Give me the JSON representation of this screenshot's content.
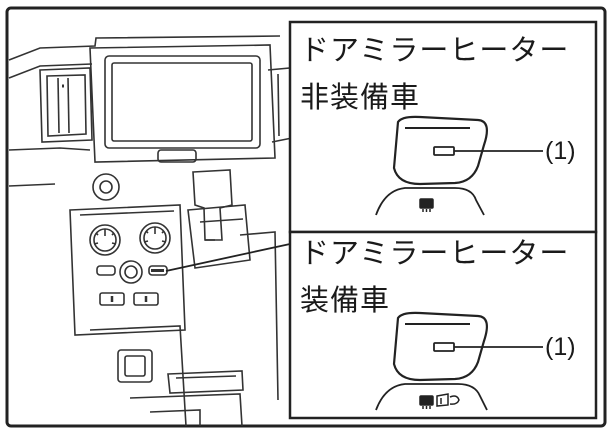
{
  "callouts": [
    {
      "title_line1": "ドアミラーヒーター",
      "title_line2": "非装備車",
      "reference_label": "(1)"
    },
    {
      "title_line1": "ドアミラーヒーター",
      "title_line2": "装備車",
      "reference_label": "(1)"
    }
  ]
}
